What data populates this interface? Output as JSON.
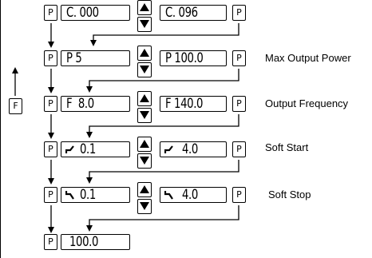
{
  "keys": {
    "p": "P",
    "f": "F"
  },
  "steps": [
    {
      "id": "code",
      "min": "C. 000",
      "max": "C. 096",
      "label": ""
    },
    {
      "id": "power",
      "min": "P 5",
      "max": "P 100.0",
      "label": "Max Output Power"
    },
    {
      "id": "frequency",
      "min": "F  8.0",
      "max": "F 140.0",
      "label": "Output Frequency"
    },
    {
      "id": "soft_start",
      "min": "0.1",
      "max": "4.0",
      "label": "Soft Start",
      "icon": "soft-start-icon"
    },
    {
      "id": "soft_stop",
      "min": "0.1",
      "max": "4.0",
      "label": "Soft Stop",
      "icon": "soft-stop-icon"
    }
  ],
  "final": {
    "value": "100.0"
  },
  "colors": {
    "ink": "#000000",
    "background": "#ffffff"
  }
}
